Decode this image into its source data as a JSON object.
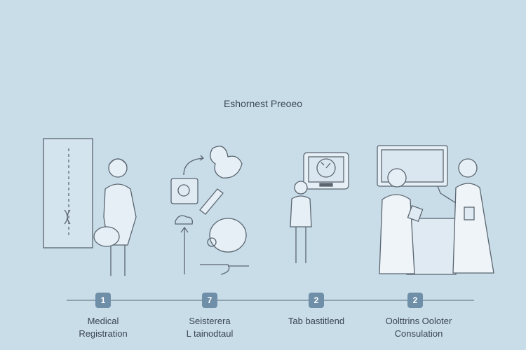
{
  "title": "Eshornest Preoeo",
  "steps": [
    {
      "number": "1",
      "label_line1": "Medical",
      "label_line2": "Registration"
    },
    {
      "number": "7",
      "label_line1": "Seisterera",
      "label_line2": "L tainodtaul"
    },
    {
      "number": "2",
      "label_line1": "Tab bastitlend",
      "label_line2": ""
    },
    {
      "number": "2",
      "label_line1": "Oolttrins Ooloter",
      "label_line2": "Consulation"
    }
  ],
  "colors": {
    "background": "#c9dde9",
    "badge": "#6f8ea8",
    "line": "#5a6570"
  }
}
